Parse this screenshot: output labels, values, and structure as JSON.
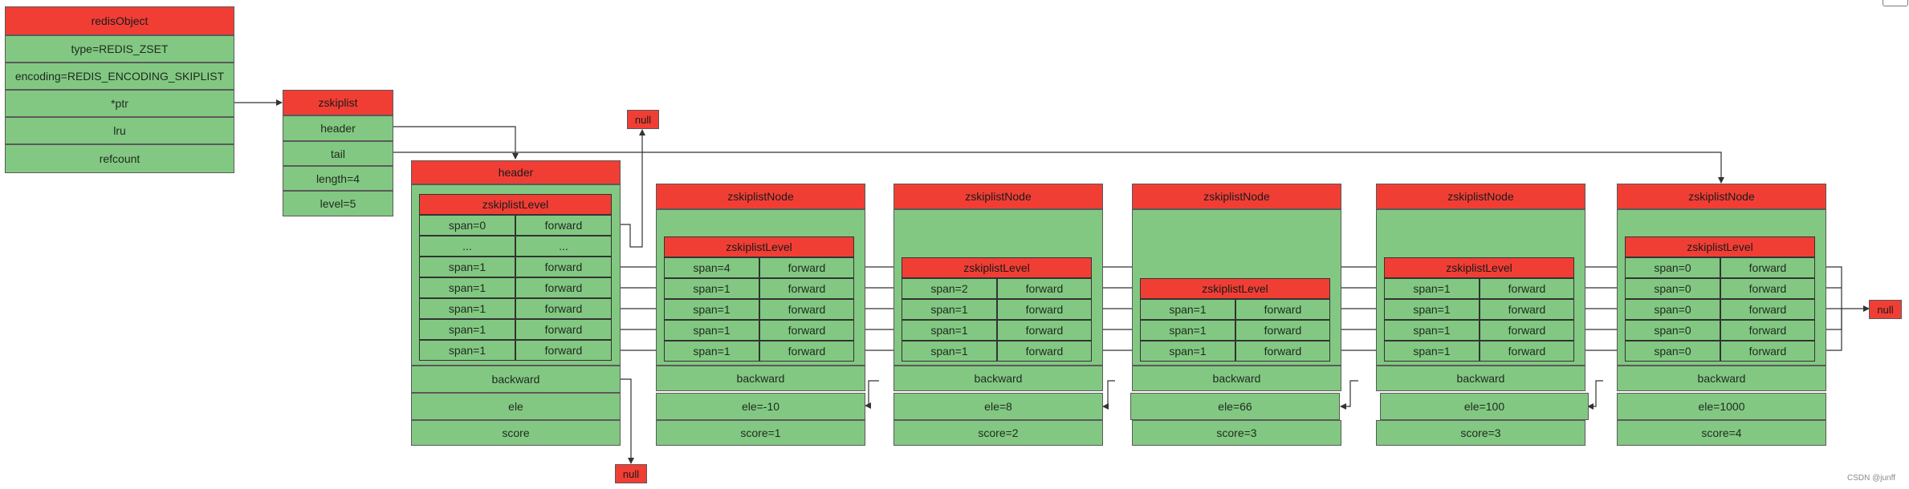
{
  "colors": {
    "header_red": "#f13e35",
    "body_green": "#82c882",
    "line": "#333333"
  },
  "redis_object": {
    "title": "redisObject",
    "fields": [
      "type=REDIS_ZSET",
      "encoding=REDIS_ENCODING_SKIPLIST",
      "*ptr",
      "lru",
      "refcount"
    ]
  },
  "zskiplist": {
    "title": "zskiplist",
    "fields": [
      "header",
      "tail",
      "length=4",
      "level=5"
    ]
  },
  "header_node": {
    "title": "header",
    "level_title": "zskiplistLevel",
    "levels": [
      {
        "span": "span=0",
        "forward": "forward"
      },
      {
        "span": "...",
        "forward": "..."
      },
      {
        "span": "span=1",
        "forward": "forward"
      },
      {
        "span": "span=1",
        "forward": "forward"
      },
      {
        "span": "span=1",
        "forward": "forward"
      },
      {
        "span": "span=1",
        "forward": "forward"
      },
      {
        "span": "span=1",
        "forward": "forward"
      }
    ],
    "fields": [
      "backward",
      "ele",
      "score"
    ]
  },
  "nodes": [
    {
      "title": "zskiplistNode",
      "level_title": "zskiplistLevel",
      "levels": [
        {
          "span": "span=4",
          "forward": "forward"
        },
        {
          "span": "span=1",
          "forward": "forward"
        },
        {
          "span": "span=1",
          "forward": "forward"
        },
        {
          "span": "span=1",
          "forward": "forward"
        },
        {
          "span": "span=1",
          "forward": "forward"
        }
      ],
      "backward": "backward",
      "ele": "ele=-10",
      "score": "score=1"
    },
    {
      "title": "zskiplistNode",
      "level_title": "zskiplistLevel",
      "levels": [
        {
          "span": "span=2",
          "forward": "forward"
        },
        {
          "span": "span=1",
          "forward": "forward"
        },
        {
          "span": "span=1",
          "forward": "forward"
        },
        {
          "span": "span=1",
          "forward": "forward"
        }
      ],
      "backward": "backward",
      "ele": "ele=8",
      "score": "score=2"
    },
    {
      "title": "zskiplistNode",
      "level_title": "zskiplistLevel",
      "levels": [
        {
          "span": "span=1",
          "forward": "forward"
        },
        {
          "span": "span=1",
          "forward": "forward"
        },
        {
          "span": "span=1",
          "forward": "forward"
        }
      ],
      "backward": "backward",
      "ele": "ele=66",
      "score": "score=3"
    },
    {
      "title": "zskiplistNode",
      "level_title": "zskiplistLevel",
      "levels": [
        {
          "span": "span=1",
          "forward": "forward"
        },
        {
          "span": "span=1",
          "forward": "forward"
        },
        {
          "span": "span=1",
          "forward": "forward"
        },
        {
          "span": "span=1",
          "forward": "forward"
        }
      ],
      "backward": "backward",
      "ele": "ele=100",
      "score": "score=3"
    },
    {
      "title": "zskiplistNode",
      "level_title": "zskiplistLevel",
      "levels": [
        {
          "span": "span=0",
          "forward": "forward"
        },
        {
          "span": "span=0",
          "forward": "forward"
        },
        {
          "span": "span=0",
          "forward": "forward"
        },
        {
          "span": "span=0",
          "forward": "forward"
        },
        {
          "span": "span=0",
          "forward": "forward"
        }
      ],
      "backward": "backward",
      "ele": "ele=1000",
      "score": "score=4"
    }
  ],
  "null_label": "null",
  "watermark": "CSDN @junff"
}
